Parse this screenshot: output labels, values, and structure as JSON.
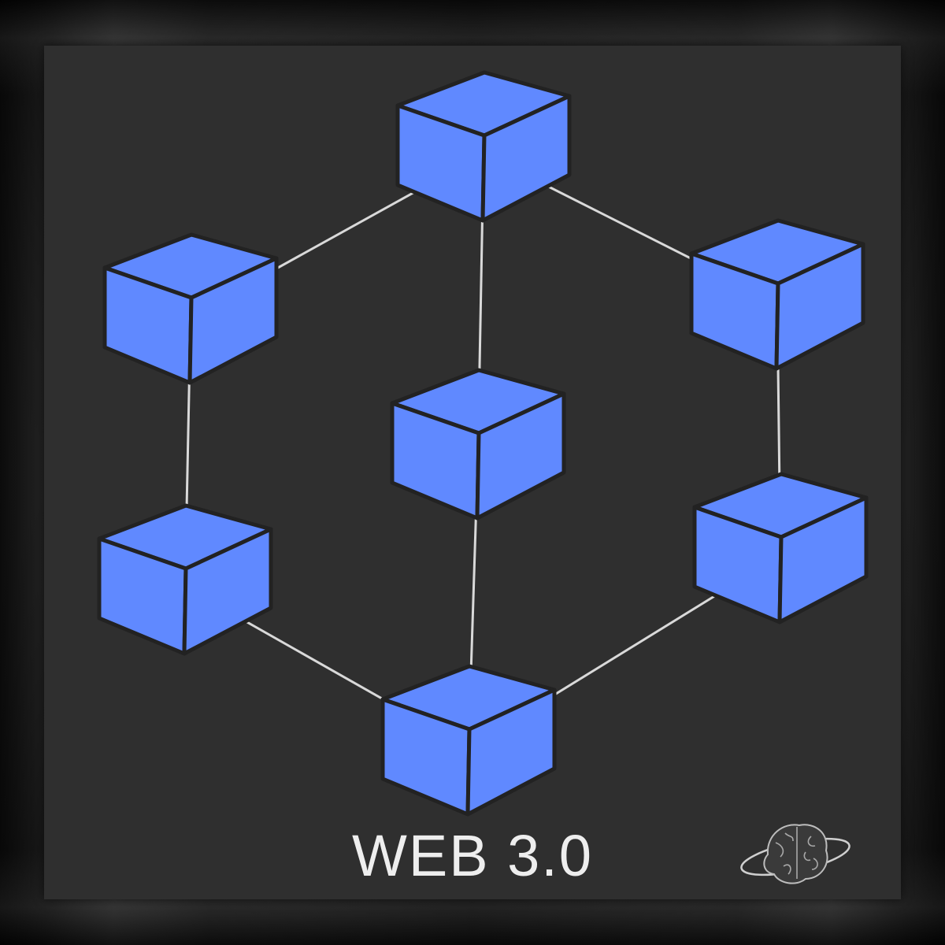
{
  "caption": "WEB 3.0",
  "colors": {
    "cube_face": "#6089ff",
    "cube_edge": "#222222",
    "link": "#d9d9d9",
    "panel": "#2f2f2f"
  },
  "diagram": {
    "nodes": [
      "top",
      "upper-left",
      "upper-right",
      "center",
      "lower-left",
      "lower-right",
      "bottom"
    ],
    "links": [
      [
        "top",
        "upper-left"
      ],
      [
        "top",
        "upper-right"
      ],
      [
        "top",
        "center"
      ],
      [
        "upper-left",
        "lower-left"
      ],
      [
        "upper-right",
        "lower-right"
      ],
      [
        "lower-left",
        "bottom"
      ],
      [
        "lower-right",
        "bottom"
      ],
      [
        "center",
        "bottom"
      ]
    ]
  },
  "logo_icon": "brain-planet-icon"
}
